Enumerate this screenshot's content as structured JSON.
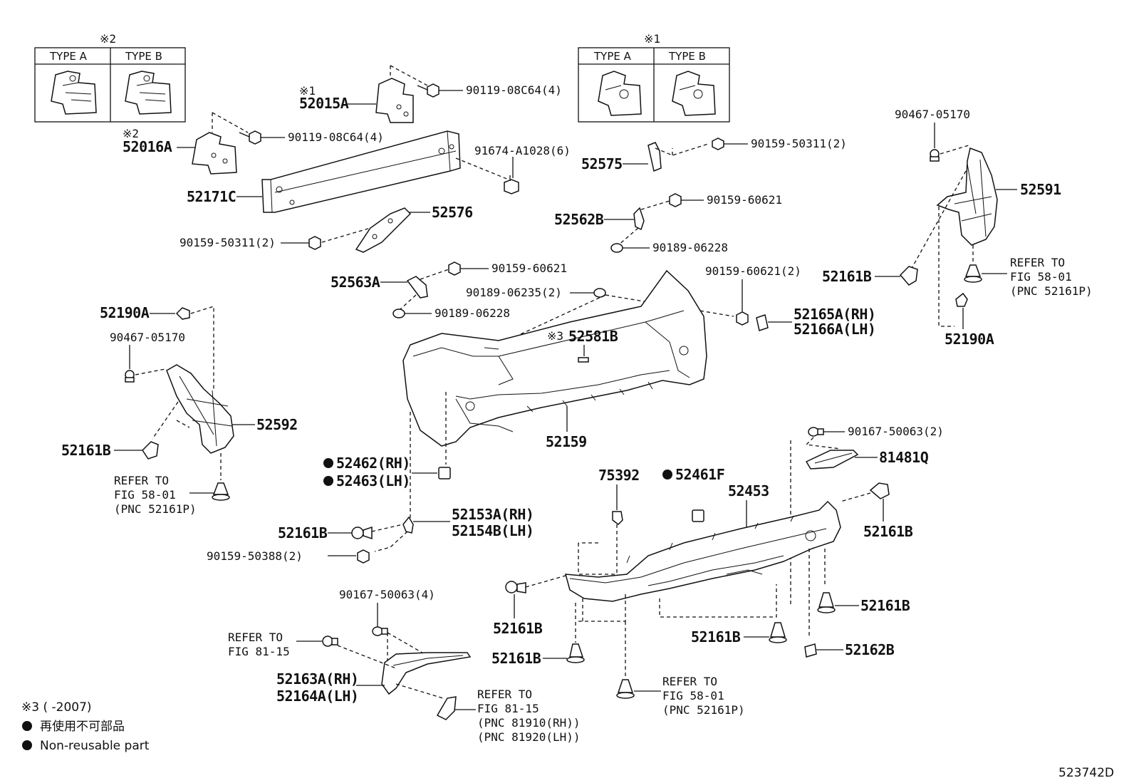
{
  "labels": {
    "type_table_1_mark": "※2",
    "type_table_2_mark": "※1",
    "type_a": "TYPE A",
    "type_b": "TYPE B",
    "p52015A_mark": "※1",
    "p52015A": "52015A",
    "p52016A_mark": "※2",
    "p52016A": "52016A",
    "b90119_upper": "90119-08C64(4)",
    "b90119_lower": "90119-08C64(4)",
    "p52171C": "52171C",
    "p91674": "91674-A1028(6)",
    "p52576": "52576",
    "b90159_50311_left": "90159-50311(2)",
    "p52575": "52575",
    "b90159_50311_right": "90159-50311(2)",
    "p52562B": "52562B",
    "b90159_60621_a": "90159-60621",
    "b90189_06228_a": "90189-06228",
    "p52563A": "52563A",
    "b90159_60621_b": "90159-60621",
    "b90189_06235": "90189-06235(2)",
    "b90189_06228_b": "90189-06228",
    "b90159_60621_2": "90159-60621(2)",
    "p52165A": "52165A(RH)",
    "p52166A": "52166A(LH)",
    "p52581B_mark": "※3",
    "p52581B": "52581B",
    "p52159": "52159",
    "b90467_right": "90467-05170",
    "p52591": "52591",
    "p52161B_r1": "52161B",
    "refer_r1": "REFER TO",
    "refer_r2": "FIG 58-01",
    "refer_r3": "(PNC 52161P)",
    "p52190A_right": "52190A",
    "p52190A_left": "52190A",
    "b90467_left": "90467-05170",
    "p52592": "52592",
    "p52161B_l1": "52161B",
    "refer_l1": "REFER TO",
    "refer_l2": "FIG 58-01",
    "refer_l3": "(PNC 52161P)",
    "p52462": "52462(RH)",
    "p52463": "52463(LH)",
    "p52161B_m1": "52161B",
    "p52153A": "52153A(RH)",
    "p52154B": "52154B(LH)",
    "b90159_50388": "90159-50388(2)",
    "b90167_right": "90167-50063(2)",
    "p81481Q": "81481Q",
    "p75392": "75392",
    "p52461F": "52461F",
    "p52453": "52453",
    "p52161B_r2": "52161B",
    "p52161B_r3": "52161B",
    "p52161B_c1": "52161B",
    "p52161B_c2": "52161B",
    "p52161B_c3": "52161B",
    "p52162B": "52162B",
    "refer_c1": "REFER TO",
    "refer_c2": "FIG 58-01",
    "refer_c3": "(PNC 52161P)",
    "b90167_left": "90167-50063(4)",
    "refer_f1": "REFER TO",
    "refer_f2": "FIG 81-15",
    "p52163A": "52163A(RH)",
    "p52164A": "52164A(LH)",
    "refer_g1": "REFER TO",
    "refer_g2": "FIG 81-15",
    "refer_g3": "(PNC 81910(RH))",
    "refer_g4": "(PNC 81920(LH))",
    "note3": "※3 (      -2007)",
    "note_jp": "再使用不可部品",
    "note_en": "Non-reusable part",
    "diagram_id": "523742D"
  },
  "colors": {
    "ink": "#111111",
    "paper": "#ffffff"
  }
}
